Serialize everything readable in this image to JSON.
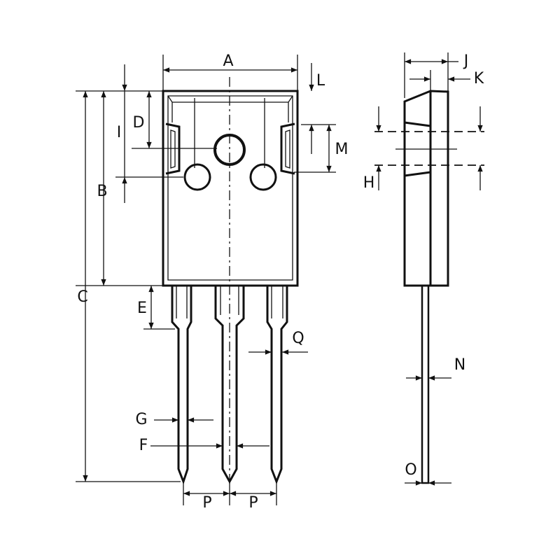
{
  "title": "TO-247 package outline drawing",
  "labels": {
    "A": "A",
    "B": "B",
    "C": "C",
    "D": "D",
    "E": "E",
    "F": "F",
    "G": "G",
    "H": "H",
    "I": "I",
    "J": "J",
    "K": "K",
    "L": "L",
    "M": "M",
    "N": "N",
    "O": "O",
    "P1": "P",
    "P2": "P",
    "Q": "Q"
  },
  "colors": {
    "line": "#111111",
    "background": "#ffffff"
  }
}
